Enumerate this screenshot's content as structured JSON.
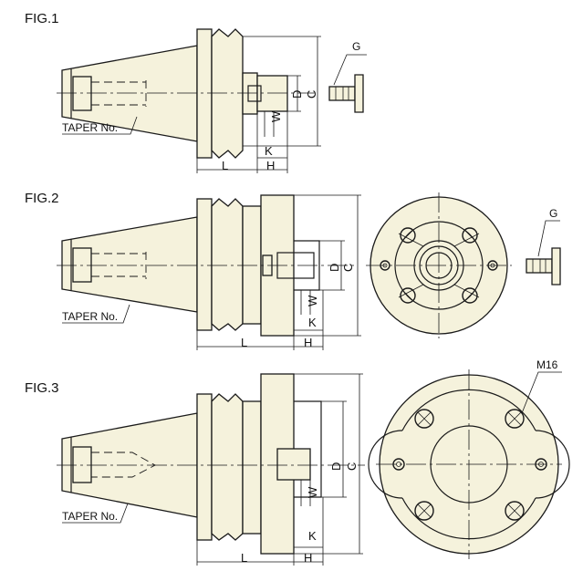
{
  "figures": [
    {
      "title": "FIG.1",
      "taper_label": "TAPER No.",
      "dims": {
        "L": "L",
        "H": "H",
        "K": "K",
        "W": "W",
        "D": "D",
        "C": "C"
      },
      "part_label": "G"
    },
    {
      "title": "FIG.2",
      "taper_label": "TAPER No.",
      "dims": {
        "L": "L",
        "H": "H",
        "K": "K",
        "W": "W",
        "D": "D",
        "C": "C"
      },
      "part_label": "G"
    },
    {
      "title": "FIG.3",
      "taper_label": "TAPER No.",
      "dims": {
        "L": "L",
        "H": "H",
        "K": "K",
        "W": "W",
        "D": "D",
        "C": "C"
      },
      "hole_label": "M16"
    }
  ],
  "colors": {
    "body_fill": "#f5f2dc",
    "line": "#1a1a1a"
  }
}
